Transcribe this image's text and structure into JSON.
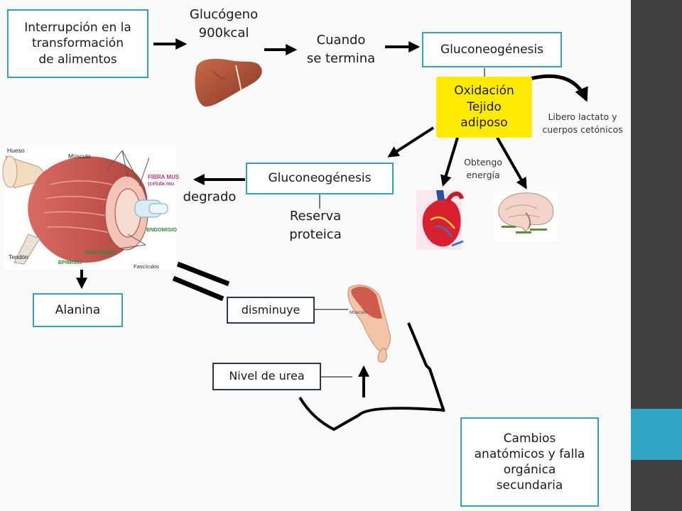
{
  "boxes": {
    "interrupcion": "Interrupción en la\ntransformación\nde alimentos",
    "gluconeogenesis_top": "Gluconeogénesis",
    "oxidacion": "Oxidación\nTejido\nadiposo",
    "gluconeogenesis_mid": "Gluconeogénesis",
    "alanina": "Alanina",
    "disminuye": "disminuye",
    "nivel_urea": "Nivel de urea",
    "cambios": "Cambios\nanatómicos y falla\norgánica\nsecundaria"
  },
  "labels": {
    "glucogeno": "Glucógeno\n900kcal",
    "cuando": "Cuando\nse termina",
    "libero": "Libero lactato y\ncuerpos  cetónicos",
    "obtengo": "Obtengo\nenergía",
    "degrado": "degrado",
    "reserva": "Reserva\nproteica"
  },
  "muscle_figure": {
    "hueso": "Hueso",
    "musculo": "Músculo",
    "fibra": "FIBRA MUS",
    "celula": "(célula mu",
    "endomisio_1": "ENDOMISIO",
    "endomisio_2": "ENDOMISIO",
    "epimisio": "EPIMISIO",
    "tendon": "Tendón",
    "fasciculos": "Fascículos"
  },
  "arm_figure": {
    "musculo": "Músculo"
  },
  "colors": {
    "box_border": "#31a2c0",
    "highlight": "#ffeb00",
    "sidebar": "#404040",
    "sidebar_accent": "#2fa4c3"
  }
}
